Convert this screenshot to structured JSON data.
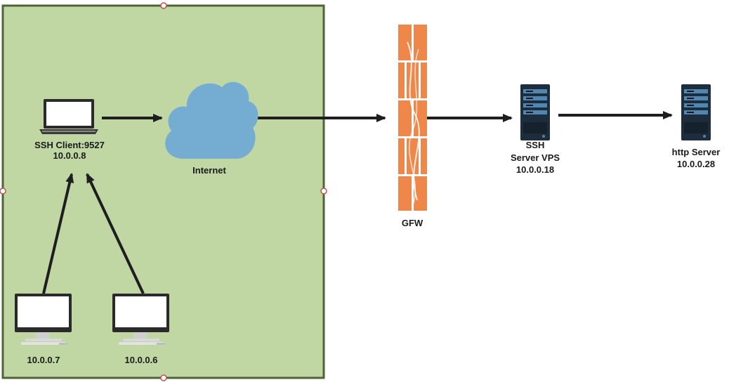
{
  "diagram": {
    "nodes": {
      "ssh_client": {
        "label": "SSH Client:9527",
        "ip": "10.0.0.8"
      },
      "internet": {
        "label": "Internet"
      },
      "gfw": {
        "label": "GFW"
      },
      "ssh_server": {
        "label_top": "SSH",
        "label": "Server VPS",
        "ip": "10.0.0.18"
      },
      "http_server": {
        "label": "http Server",
        "ip": "10.0.0.28"
      },
      "host_a": {
        "ip": "10.0.0.7"
      },
      "host_b": {
        "ip": "10.0.0.6"
      }
    },
    "colors": {
      "lan_fill": "#c0d7a4",
      "lan_border": "#4f6436",
      "cloud": "#74acd2",
      "gfw": "#f0874a",
      "server": "#1d2d3b",
      "arrow": "#1e1e1e"
    }
  }
}
